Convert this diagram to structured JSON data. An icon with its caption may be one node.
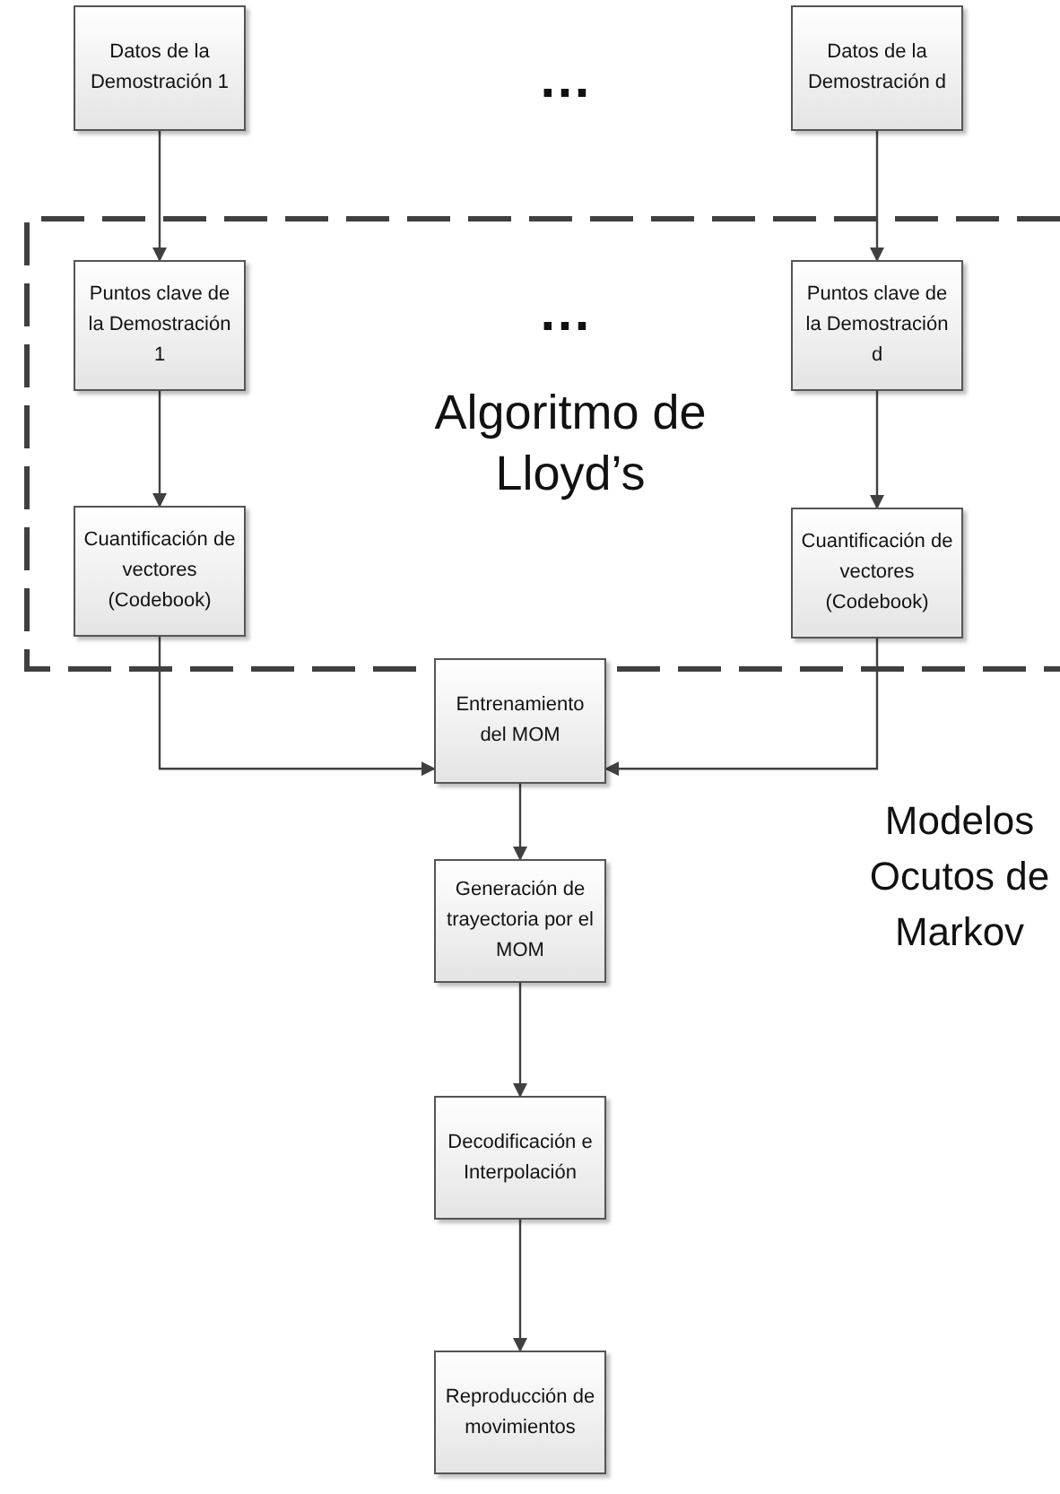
{
  "diagram": {
    "nodes": [
      {
        "text": [
          "Datos de la Demostración 1"
        ]
      },
      {
        "text": [
          "Datos de la Demostración d"
        ]
      },
      {
        "text": [
          "Algoritmo de Lloyd’s"
        ]
      },
      {
        "text": [
          "Puntos clave de la Demostración 1"
        ],
        "in": 2
      },
      {
        "text": [
          "Puntos clave de la Demostración d"
        ],
        "in": 2
      },
      {
        "text": [
          "Cuantificación de vectores (Codebook)"
        ],
        "in": 2
      },
      {
        "text": [
          "Cuantificación de vectores (Codebook)"
        ],
        "in": 2
      },
      {
        "text": [
          "Entrenamiento del MOM"
        ]
      },
      {
        "text": [
          "Generación de trayectoria por el MOM"
        ]
      },
      {
        "text": [
          "Decodificación e Interpolación"
        ]
      },
      {
        "text": [
          "Reproducción de movimientos"
        ]
      }
    ],
    "edges": [
      {
        "from": 0,
        "to": 3,
        "arrow": "to"
      },
      {
        "from": 3,
        "to": 5,
        "arrow": "to"
      },
      {
        "from": 5,
        "to": 7,
        "arrow": "to"
      },
      {
        "from": 1,
        "to": 4,
        "arrow": "to"
      },
      {
        "from": 4,
        "to": 6,
        "arrow": "to"
      },
      {
        "from": 6,
        "to": 7,
        "arrow": "to"
      },
      {
        "from": 7,
        "to": 8,
        "arrow": "to"
      },
      {
        "from": 8,
        "to": 9,
        "arrow": "to"
      },
      {
        "from": 9,
        "to": 10,
        "arrow": "to"
      }
    ],
    "labels": [
      "…",
      "…",
      "Modelos Ocutos de Markov"
    ]
  }
}
